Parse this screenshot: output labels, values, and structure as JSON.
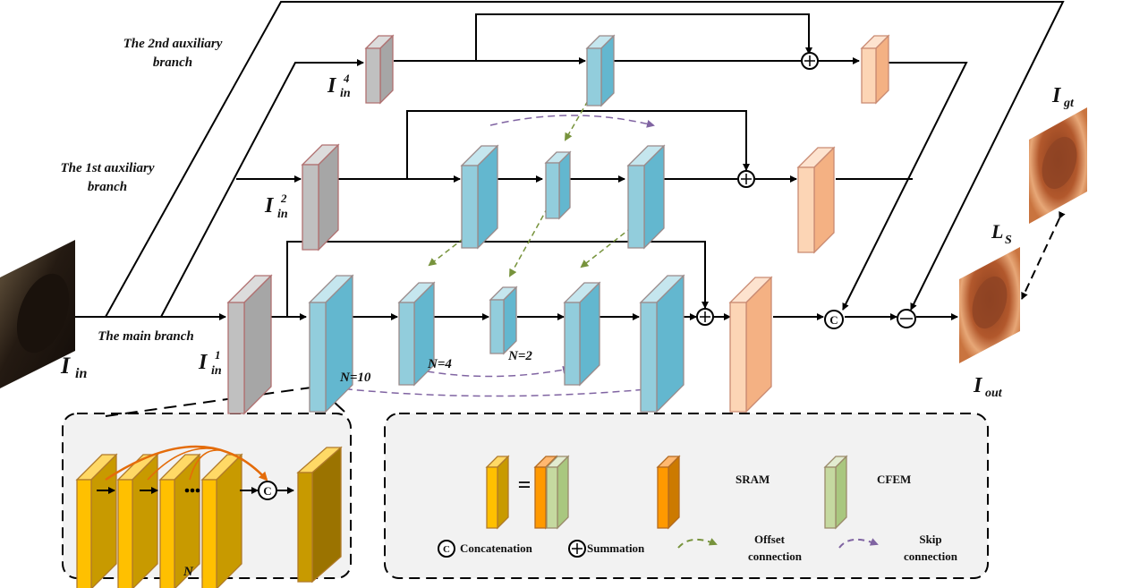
{
  "branches": {
    "second_aux": [
      "The 2nd auxiliary",
      "branch"
    ],
    "first_aux": [
      "The 1st auxiliary",
      "branch"
    ],
    "main": "The main branch"
  },
  "inputs": {
    "in": {
      "base": "I",
      "sub": "in"
    },
    "in4": {
      "base": "I",
      "sub": "in",
      "sup": "4"
    },
    "in2": {
      "base": "I",
      "sub": "in",
      "sup": "2"
    },
    "in1": {
      "base": "I",
      "sub": "in",
      "sup": "1"
    }
  },
  "outputs": {
    "out": {
      "base": "I",
      "sub": "out"
    },
    "gt": {
      "base": "I",
      "sub": "gt"
    },
    "loss": {
      "base": "L",
      "sub": "S"
    }
  },
  "block_labels": {
    "n10": "N=10",
    "n4": "N=4",
    "n2": "N=2",
    "n": "N"
  },
  "operators": {
    "concat": "C",
    "sum": "+",
    "minus": "−"
  },
  "legend": {
    "equals": "=",
    "sram": "SRAM",
    "cfem": "CFEM",
    "concatenation": "Concatenation",
    "summation": "Summation",
    "offset": [
      "Offset",
      "connection"
    ],
    "skip": [
      "Skip",
      "connection"
    ]
  },
  "colors": {
    "gray_front": "#c0c0c0",
    "gray_side": "#a6a6a6",
    "gray_top": "#dcdcdc",
    "blue_front": "#92cddc",
    "blue_side": "#63b7cf",
    "blue_top": "#c5e6ee",
    "peach_front": "#fcd5b5",
    "peach_side": "#f4b183",
    "peach_top": "#fde3cf",
    "gold_front": "#ffc000",
    "gold_side": "#c89a00",
    "gold_top": "#ffd966",
    "orange_front": "#ff9900",
    "orange_side": "#cc7a00",
    "green_front": "#c5d9a0",
    "green_side": "#a9c77f",
    "offset_arrow": "#77933c",
    "skip_arrow": "#8064a2",
    "dense_arrow": "#e46c0a",
    "block_border": "#b07070",
    "legend_bg": "#f2f2f2"
  }
}
